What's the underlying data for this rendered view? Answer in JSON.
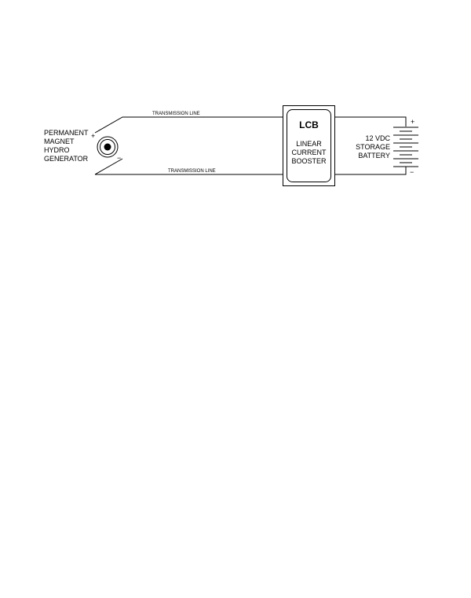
{
  "generator": {
    "label_lines": [
      "PERMANENT",
      "MAGNET",
      "HYDRO",
      "GENERATOR"
    ],
    "plus": "+",
    "minus": "−"
  },
  "transmission_line": {
    "top_label": "TRANSMISSION LINE",
    "bottom_label": "TRANSMISSION LINE"
  },
  "booster": {
    "abbr": "LCB",
    "name_lines": [
      "LINEAR",
      "CURRENT",
      "BOOSTER"
    ]
  },
  "battery": {
    "label_lines": [
      "12 VDC",
      "STORAGE",
      "BATTERY"
    ],
    "plus": "+",
    "minus": "−"
  },
  "colors": {
    "line": "#000000",
    "background": "#ffffff"
  }
}
